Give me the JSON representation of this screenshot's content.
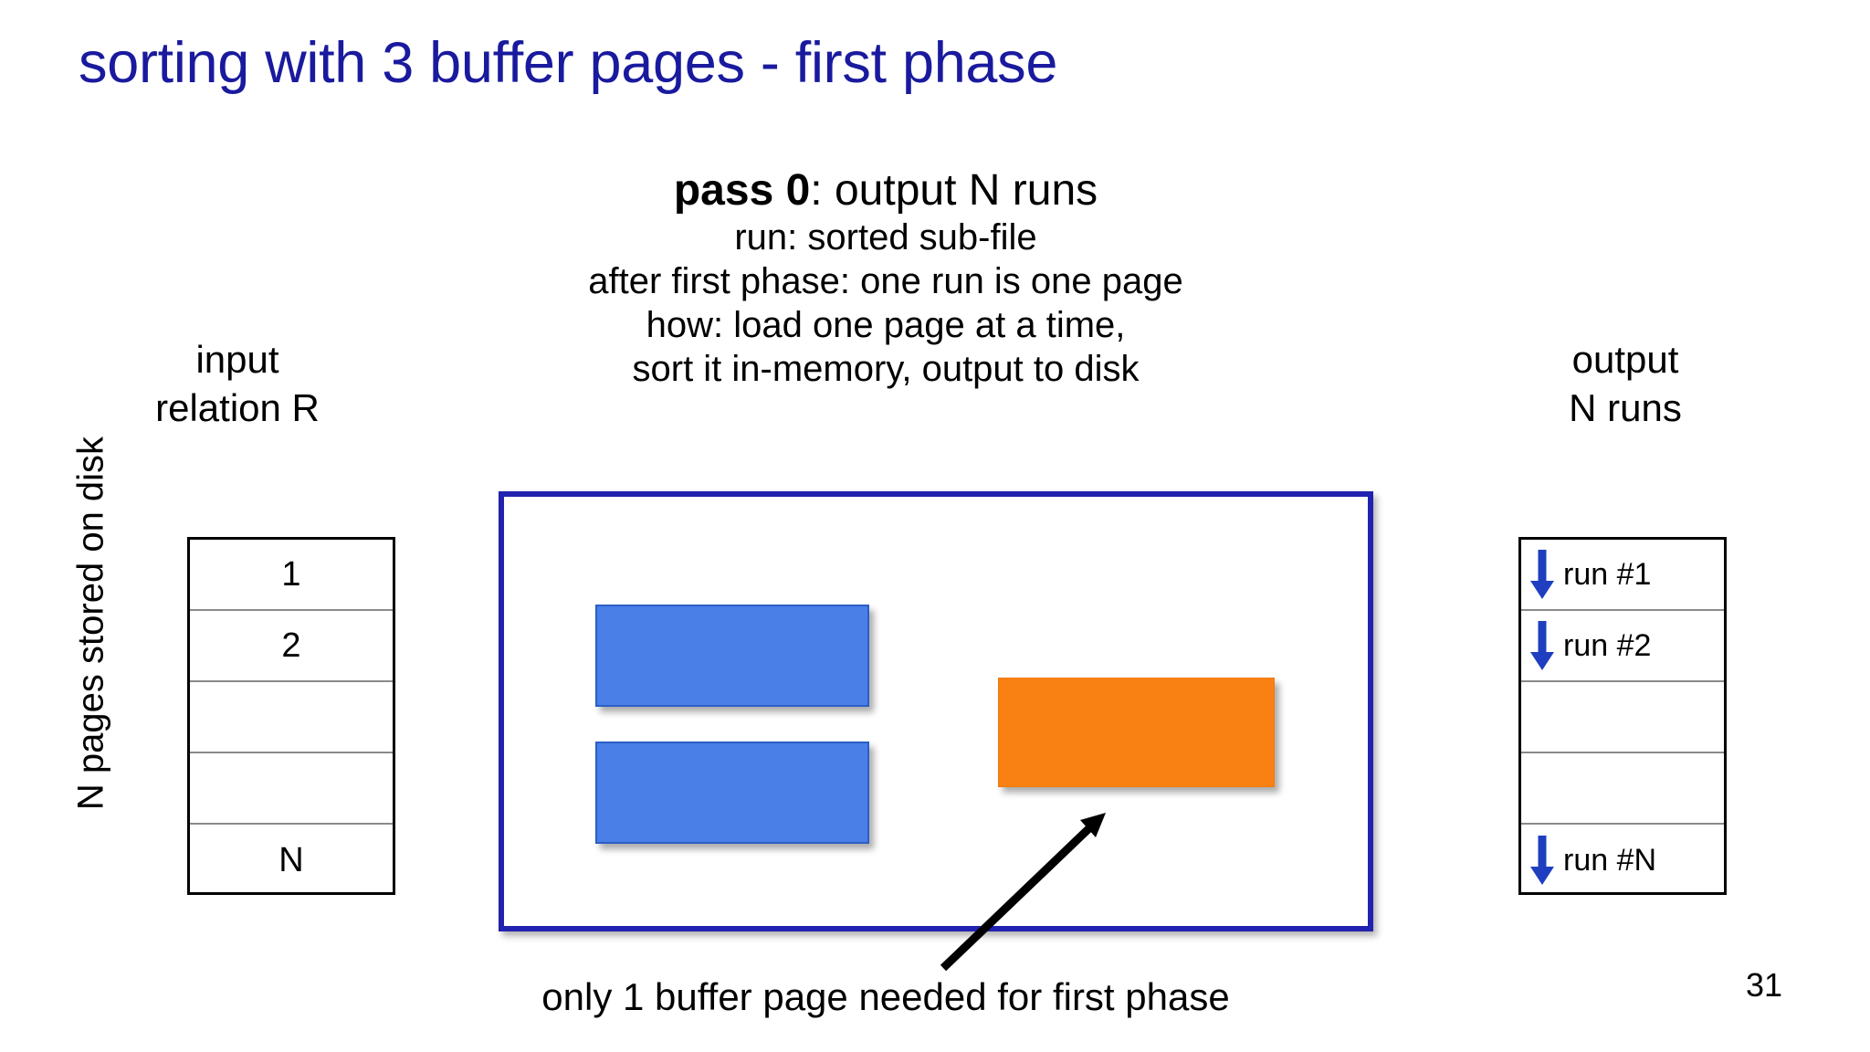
{
  "slide": {
    "title": "sorting with 3 buffer pages - first phase",
    "title_color": "#1a1a9e",
    "page_number": "31",
    "bottom_caption": "only 1 buffer page needed for first phase"
  },
  "heading": {
    "bold_part": "pass 0",
    "rest_part": ": output N runs",
    "notes": [
      "run: sorted sub-file",
      "after first phase: one run is one page",
      "how: load one page at a time,",
      "sort it in-memory, output to disk"
    ]
  },
  "left": {
    "label_line1": "input",
    "label_line2": "relation R",
    "vertical_label": "N pages stored on disk",
    "table_rows": [
      "1",
      "2",
      "",
      "",
      "N"
    ]
  },
  "right": {
    "label_line1": "output",
    "label_line2": "N runs",
    "table_rows": [
      {
        "label": "run #1",
        "arrow": true
      },
      {
        "label": "run #2",
        "arrow": true
      },
      {
        "label": "",
        "arrow": false
      },
      {
        "label": "",
        "arrow": false
      },
      {
        "label": "run #N",
        "arrow": true
      }
    ]
  },
  "buffer": {
    "border_color": "#2222b0",
    "blue_color": "#4a7fe8",
    "orange_color": "#f98012",
    "blue_pages": [
      "",
      ""
    ],
    "orange_page": ""
  },
  "icons": {
    "down_arrow": "down-arrow-icon",
    "callout_arrow": "diagonal-arrow-icon"
  }
}
